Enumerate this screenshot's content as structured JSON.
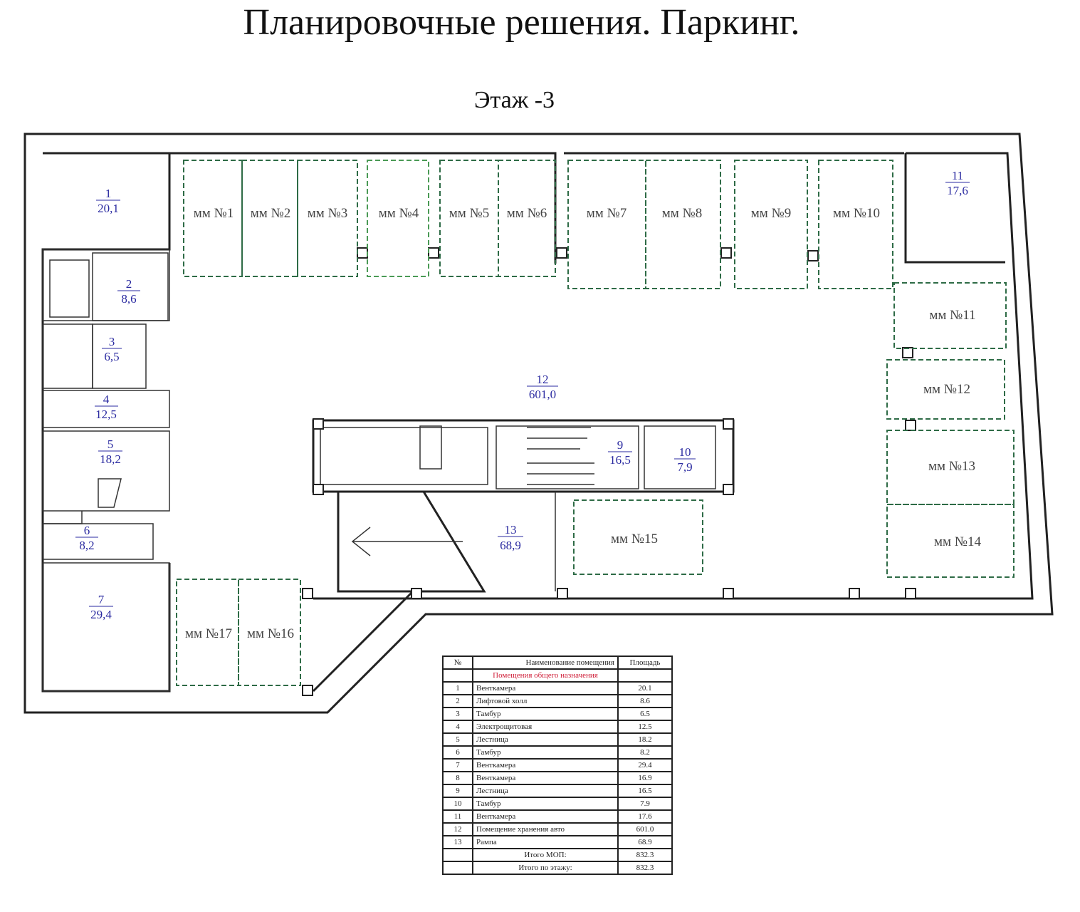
{
  "title": "Планировочные решения. Паркинг.",
  "floor": "Этаж -3",
  "spaces": [
    "мм №1",
    "мм №2",
    "мм №3",
    "мм №4",
    "мм №5",
    "мм №6",
    "мм №7",
    "мм №8",
    "мм №9",
    "мм №10",
    "мм №11",
    "мм №12",
    "мм №13",
    "мм №14",
    "мм №15",
    "мм №16",
    "мм №17"
  ],
  "rooms": [
    {
      "n": "1",
      "a": "20,1"
    },
    {
      "n": "2",
      "a": "8,6"
    },
    {
      "n": "3",
      "a": "6,5"
    },
    {
      "n": "4",
      "a": "12,5"
    },
    {
      "n": "5",
      "a": "18,2"
    },
    {
      "n": "6",
      "a": "8,2"
    },
    {
      "n": "7",
      "a": "29,4"
    },
    {
      "n": "9",
      "a": "16,5"
    },
    {
      "n": "10",
      "a": "7,9"
    },
    {
      "n": "11",
      "a": "17,6"
    },
    {
      "n": "12",
      "a": "601,0"
    },
    {
      "n": "13",
      "a": "68,9"
    }
  ],
  "table": {
    "headers": [
      "№",
      "Наименование помещения",
      "Площадь"
    ],
    "section": "Помещения общего назначения",
    "rows": [
      [
        "1",
        "Венткамера",
        "20.1"
      ],
      [
        "2",
        "Лифтовой холл",
        "8.6"
      ],
      [
        "3",
        "Тамбур",
        "6.5"
      ],
      [
        "4",
        "Электрощитовая",
        "12.5"
      ],
      [
        "5",
        "Лестница",
        "18.2"
      ],
      [
        "6",
        "Тамбур",
        "8.2"
      ],
      [
        "7",
        "Венткамера",
        "29.4"
      ],
      [
        "8",
        "Венткамера",
        "16.9"
      ],
      [
        "9",
        "Лестница",
        "16.5"
      ],
      [
        "10",
        "Тамбур",
        "7.9"
      ],
      [
        "11",
        "Венткамера",
        "17.6"
      ],
      [
        "12",
        "Помещение хранения авто",
        "601.0"
      ],
      [
        "13",
        "Рампа",
        "68.9"
      ]
    ],
    "total_mop_label": "Итого МОП:",
    "total_mop": "832.3",
    "total_floor_label": "Итого по этажу:",
    "total_floor": "832.3"
  }
}
